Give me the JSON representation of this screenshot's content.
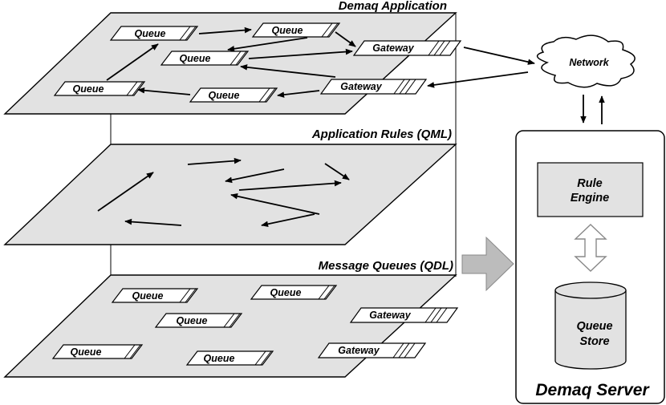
{
  "layers": {
    "application": {
      "title": "Demaq Application"
    },
    "rules": {
      "title": "Application Rules (QML)"
    },
    "queues": {
      "title": "Message Queues (QDL)"
    }
  },
  "labels": {
    "queue": "Queue",
    "gateway": "Gateway",
    "network": "Network"
  },
  "server": {
    "title": "Demaq Server",
    "rule_engine_line1": "Rule",
    "rule_engine_line2": "Engine",
    "queue_store_line1": "Queue",
    "queue_store_line2": "Store"
  },
  "colors": {
    "layer_fill": "#e2e2e2",
    "transform_arrow": "#bcbcbc",
    "line": "#000000"
  }
}
